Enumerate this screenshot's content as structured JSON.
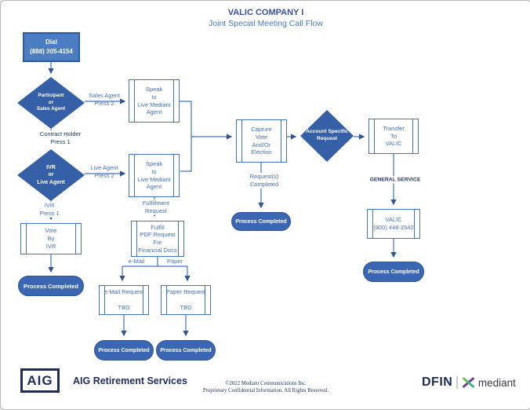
{
  "title": {
    "company": "VALIC COMPANY I",
    "subtitle": "Joint Special Meeting Call Flow"
  },
  "nodes": {
    "dial": "Dial\n(888) 305-4154",
    "participant_decision": "Participant\nor\nSales Agent",
    "speak_agent": "Speak\nto\nLive Mediant\nAgent",
    "ivr_decision": "IVR\nor\nLive Agent",
    "vote_by_ivr": "Vote\nBy\nIVR",
    "fulfill_pdf": "Fulfill\nPDF Request\nFor\nFinancial Docs",
    "email_request": "e-Mail Request\n\nTBD",
    "paper_request": "Paper Request\n\nTBD",
    "capture_vote": "Capture\nVote\nAnd/Or\nElection",
    "account_decision": "Account Specific\nRequest",
    "transfer_valic": "Transfer\nTo\nVALIC",
    "valic_phone": "VALIC\n(800) 448-2542",
    "process_completed": "Process Completed"
  },
  "edge_labels": {
    "sales_agent": "Sales Agent\nPress 2",
    "contract_holder": "Contract Holder\nPress 1",
    "live_agent": "Live Agent\nPress 2",
    "ivr_press": "IVR\nPress 1",
    "fulfillment": "Fulfillment\nRequest",
    "email": "e-Mail",
    "paper": "Paper",
    "requests_completed": "Request(s)\nCompleted",
    "general_service": "GENERAL SERVICE"
  },
  "footer": {
    "aig_logo": "AIG",
    "aig_brand": "AIG Retirement Services",
    "copyright": "©2022 Mediant Communications Inc.\nProprietary Confidential Information.  All Rights Reserved.",
    "dfin_logo": "DFIN",
    "mediant_logo": "mediant"
  },
  "colors": {
    "line_blue": "#4472C4",
    "diamond_fill": "#3560A8",
    "dial_fill": "#4C7CC2",
    "pill_fill": "#3A66B3",
    "navy": "#1F3864"
  }
}
